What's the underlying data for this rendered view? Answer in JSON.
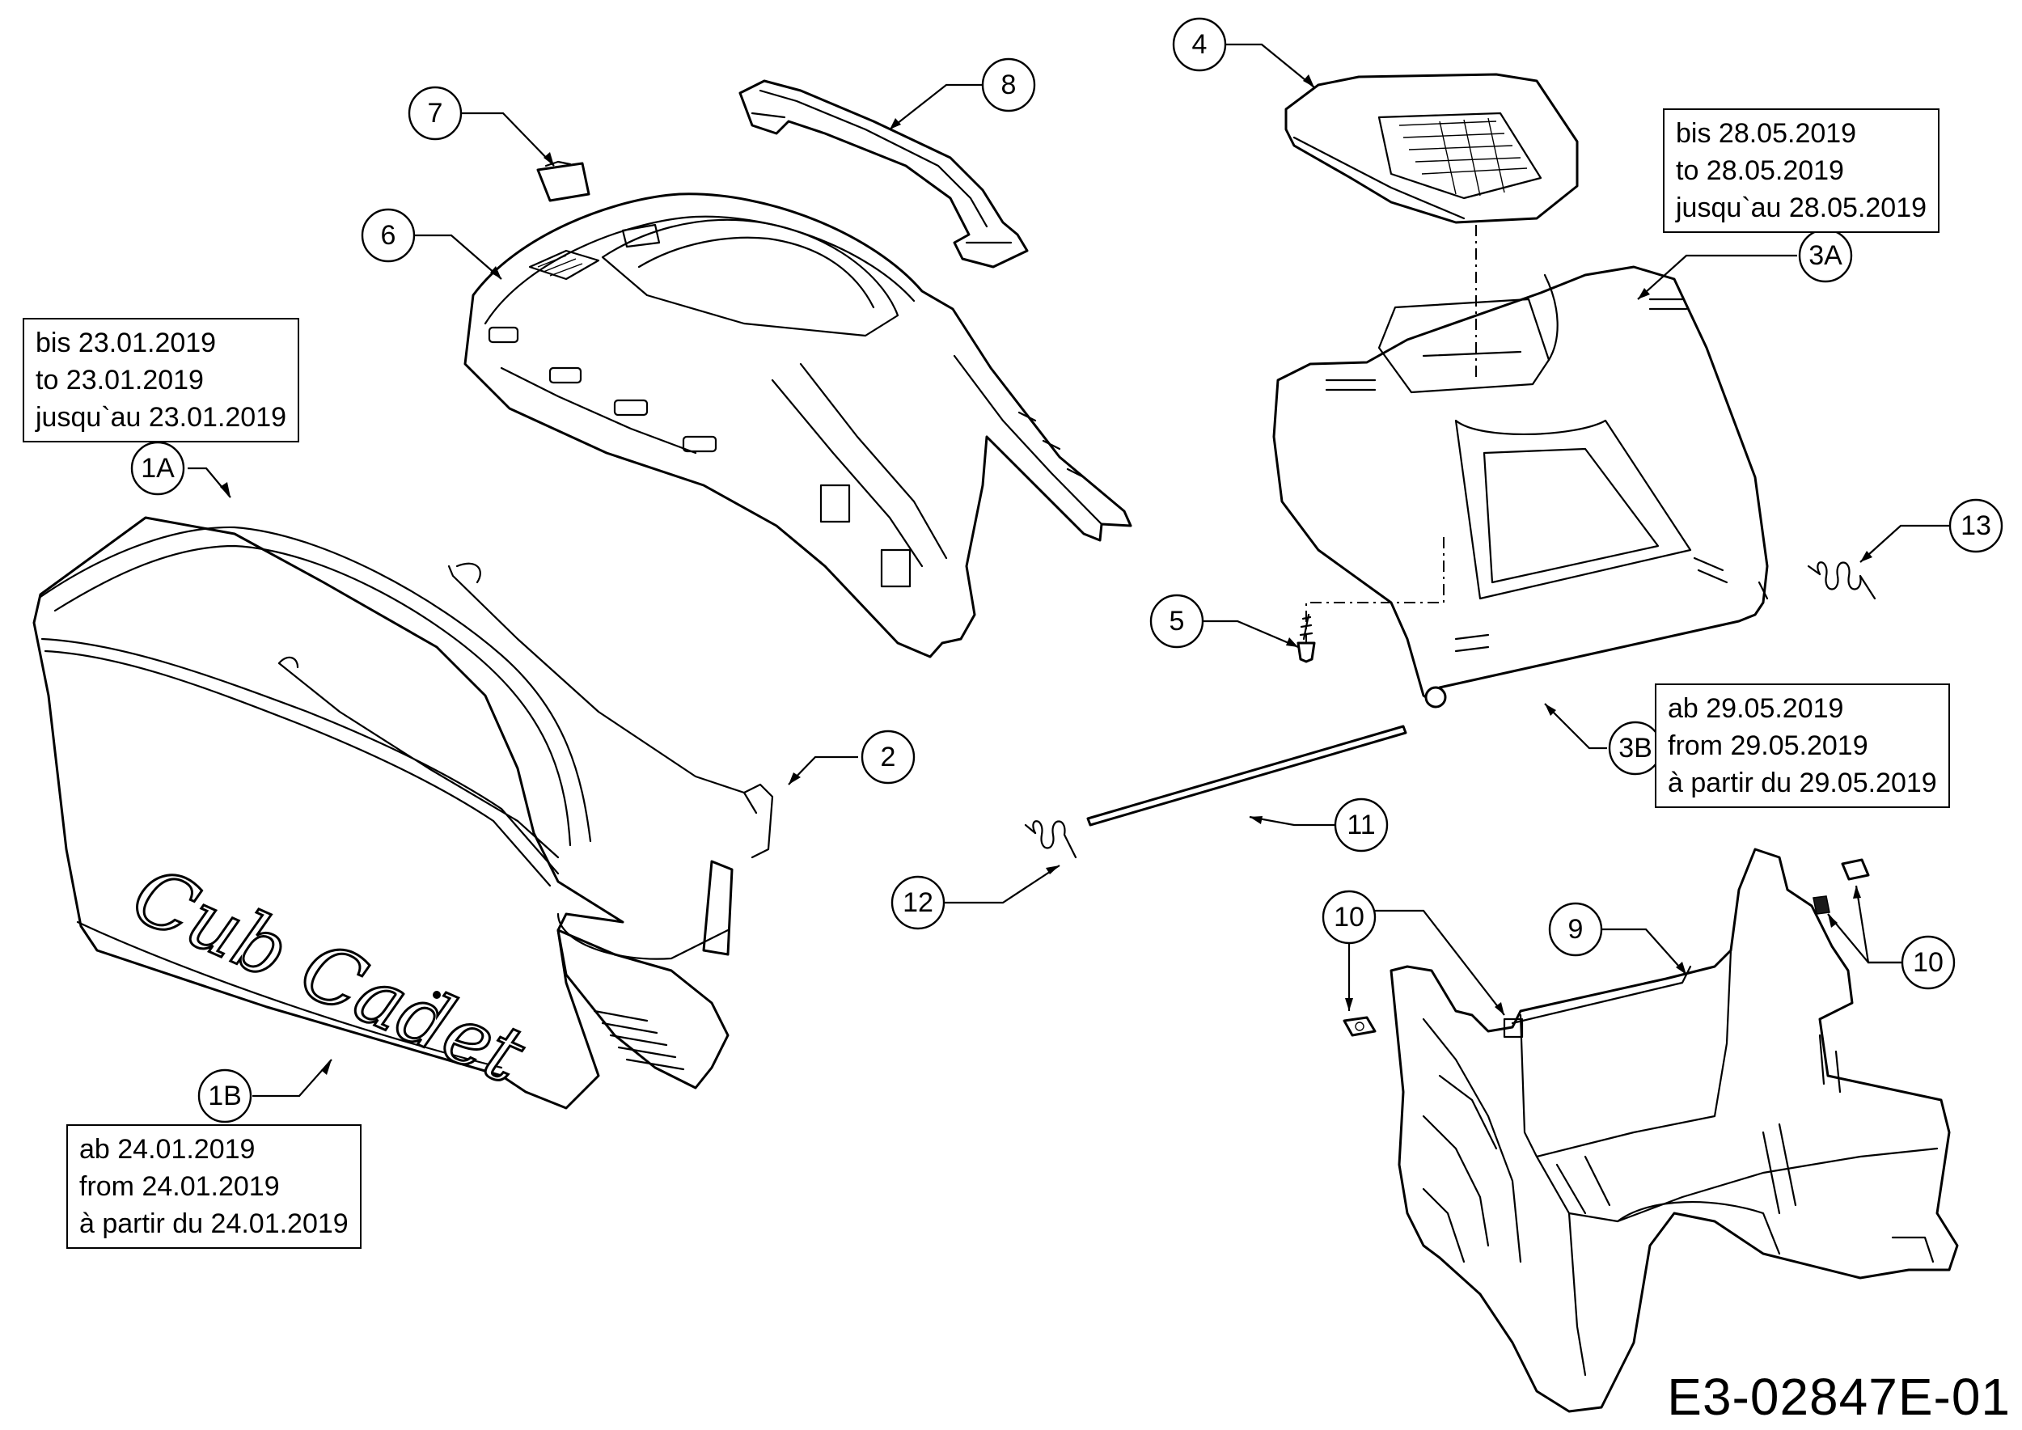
{
  "balloons": [
    {
      "id": "b-1A",
      "label": "1A"
    },
    {
      "id": "b-1B",
      "label": "1B"
    },
    {
      "id": "b-2",
      "label": "2"
    },
    {
      "id": "b-3A",
      "label": "3A"
    },
    {
      "id": "b-3B",
      "label": "3B"
    },
    {
      "id": "b-4",
      "label": "4"
    },
    {
      "id": "b-5",
      "label": "5"
    },
    {
      "id": "b-6",
      "label": "6"
    },
    {
      "id": "b-7",
      "label": "7"
    },
    {
      "id": "b-8",
      "label": "8"
    },
    {
      "id": "b-9",
      "label": "9"
    },
    {
      "id": "b-10a",
      "label": "10"
    },
    {
      "id": "b-10b",
      "label": "10"
    },
    {
      "id": "b-11",
      "label": "11"
    },
    {
      "id": "b-12",
      "label": "12"
    },
    {
      "id": "b-13",
      "label": "13"
    }
  ],
  "notes": {
    "n1A": [
      "bis 23.01.2019",
      "to 23.01.2019",
      "jusqu`au 23.01.2019"
    ],
    "n1B": [
      "ab 24.01.2019",
      "from 24.01.2019",
      "à partir du 24.01.2019"
    ],
    "n3A": [
      "bis 28.05.2019",
      "to 28.05.2019",
      "jusqu`au 28.05.2019"
    ],
    "n3B": [
      "ab 29.05.2019",
      "from 29.05.2019",
      "à partir du 29.05.2019"
    ]
  },
  "logo_text": "Cub Cadet",
  "doc_code": "E3-02847E-01"
}
